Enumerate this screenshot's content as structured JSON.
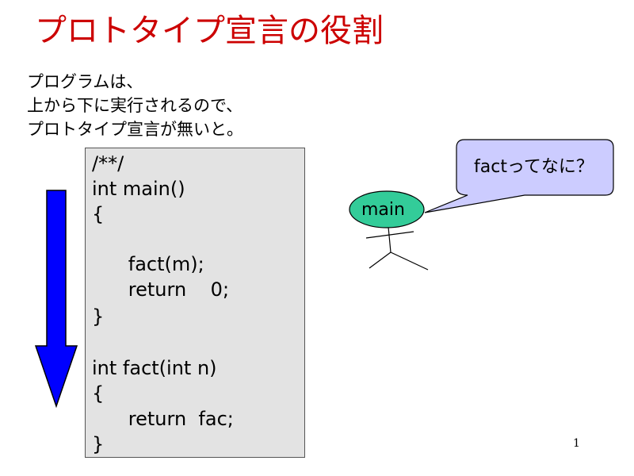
{
  "slide": {
    "title": "プロトタイプ宣言の役割",
    "intro_lines": [
      "プログラムは、",
      "上から下に実行されるので、",
      "プロトタイプ宣言が無いと。"
    ],
    "code_lines": [
      "/**/",
      "int main()",
      "{",
      "",
      "      fact(m);",
      "      return    0;",
      "}",
      "",
      "int fact(int n)",
      "{",
      "      return  fac;",
      "}"
    ],
    "speech_bubble": "factってなに？",
    "figure_label": "main",
    "page_number": "1"
  },
  "colors": {
    "title": "#cc0000",
    "arrow": "#0000ff",
    "code_background": "#e3e3e3",
    "bubble_fill": "#ccccff",
    "head_fill": "#33cc99"
  },
  "icons": {
    "arrow": "down-arrow-icon",
    "figure": "stick-figure-icon"
  }
}
